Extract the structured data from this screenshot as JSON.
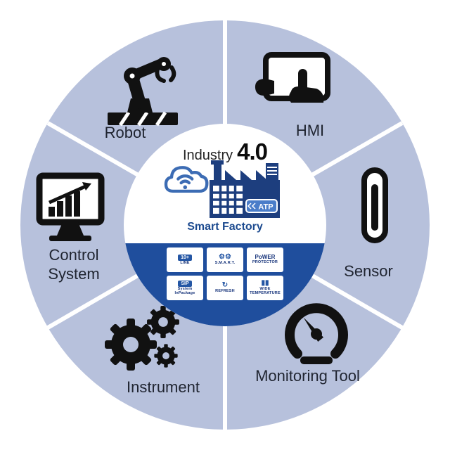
{
  "center": {
    "industry": "Industry",
    "version": "4.0",
    "smart_factory": "Smart Factory",
    "atp": "ATP"
  },
  "segments": [
    {
      "label": "Robot",
      "icon": "robot-arm-icon"
    },
    {
      "label": "HMI",
      "icon": "tablet-hands-icon"
    },
    {
      "label": "Sensor",
      "icon": "thermometer-icon"
    },
    {
      "label": "Monitoring Tool",
      "icon": "gauge-icon"
    },
    {
      "label": "Instrument",
      "icon": "gears-icon"
    },
    {
      "label": "Control System",
      "icon": "monitor-chart-icon"
    }
  ],
  "badges": [
    {
      "primary": "10+",
      "secondary": "LINE"
    },
    {
      "primary": "⚙⚙",
      "secondary": "S.M.A.R.T."
    },
    {
      "primary": "PoWER",
      "secondary": "PROTECTOR"
    },
    {
      "primary": "SIP",
      "secondary": "System InPackage"
    },
    {
      "primary": "↻",
      "secondary": "REFRESH"
    },
    {
      "primary": "▮▮",
      "secondary": "WIDE TEMPERATURE"
    }
  ],
  "colors": {
    "wheel": "#b7c1dc",
    "band": "#1f4e9d",
    "factory_navy": "#1d3e7e",
    "cloud_blue": "#3c6cb4",
    "atp_badge": "#4a7dc9",
    "icon_black": "#111111"
  }
}
